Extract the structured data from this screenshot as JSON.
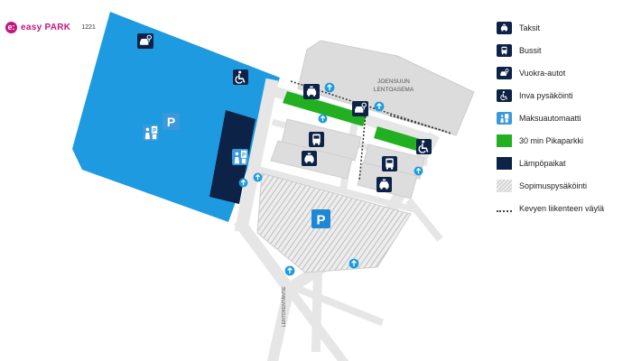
{
  "brand": {
    "logo_mark": "e:",
    "name": "easy PARK",
    "code": "1221"
  },
  "map": {
    "terminal_label": [
      "JOENSUUN",
      "LENTOASEMA"
    ],
    "street_label": "LENTOKENTÄNTIE",
    "parking_letter": "P"
  },
  "colors": {
    "navy": "#0d2247",
    "paid_zone": "#1e9be0",
    "light_blue": "#3a9ad9",
    "green": "#22b022",
    "road": "#e6e6e6",
    "terminal": "#dcdcdc"
  },
  "legend": [
    {
      "label": "Taksit",
      "icon": "taxi-icon",
      "swatch": "navy"
    },
    {
      "label": "Bussit",
      "icon": "bus-icon",
      "swatch": "navy"
    },
    {
      "label": "Vuokra-autot",
      "icon": "rental-car-icon",
      "swatch": "navy"
    },
    {
      "label": "Inva pysäköinti",
      "icon": "wheelchair-icon",
      "swatch": "navy"
    },
    {
      "label": "Maksuautomaatti",
      "icon": "payment-machine-icon",
      "swatch": "blue"
    },
    {
      "label": "30 min Pikaparkki",
      "icon": "",
      "swatch": "green"
    },
    {
      "label": "Lämpöpaikat",
      "icon": "",
      "swatch": "dark"
    },
    {
      "label": "Sopimuspysäköinti",
      "icon": "",
      "swatch": "hatch"
    },
    {
      "label": "Kevyen liikenteen väylä",
      "icon": "",
      "swatch": "dotted"
    }
  ]
}
